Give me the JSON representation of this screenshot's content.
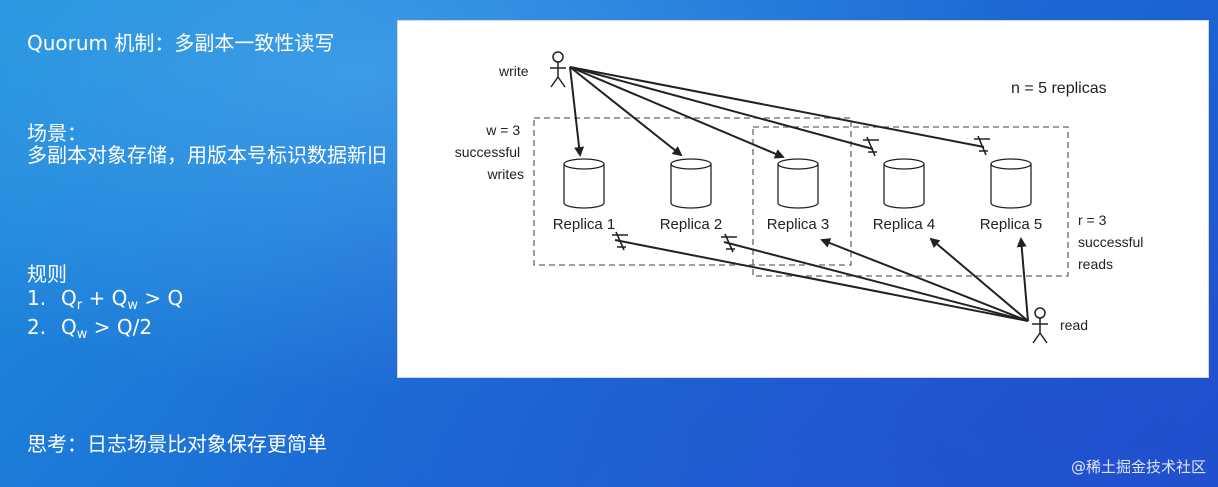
{
  "slide": {
    "title": "Quorum 机制：多副本一致性读写",
    "scenario_label": "场景：",
    "scenario_text": "多副本对象存储，用版本号标识数据新旧",
    "rules_label": "规则",
    "rules": [
      {
        "num": "1.",
        "q1": "Q",
        "s1": "r",
        "op": " + ",
        "q2": "Q",
        "s2": "w",
        "rest": " > Q"
      },
      {
        "num": "2.",
        "q1": "Q",
        "s1": "w",
        "op": "",
        "q2": "",
        "s2": "",
        "rest": " > Q/2"
      }
    ],
    "thinking": "思考：日志场景比对象保存更简单"
  },
  "diagram": {
    "write_label": "write",
    "read_label": "read",
    "n_label": "n = 5 replicas",
    "w_label": [
      "w = 3",
      "successful",
      "writes"
    ],
    "r_label": [
      "r = 3",
      "successful",
      "reads"
    ],
    "replicas": [
      "Replica 1",
      "Replica 2",
      "Replica 3",
      "Replica 4",
      "Replica 5"
    ]
  },
  "watermark": "@稀土掘金技术社区",
  "colors": {
    "line": "#222222",
    "dash": "#666666"
  }
}
